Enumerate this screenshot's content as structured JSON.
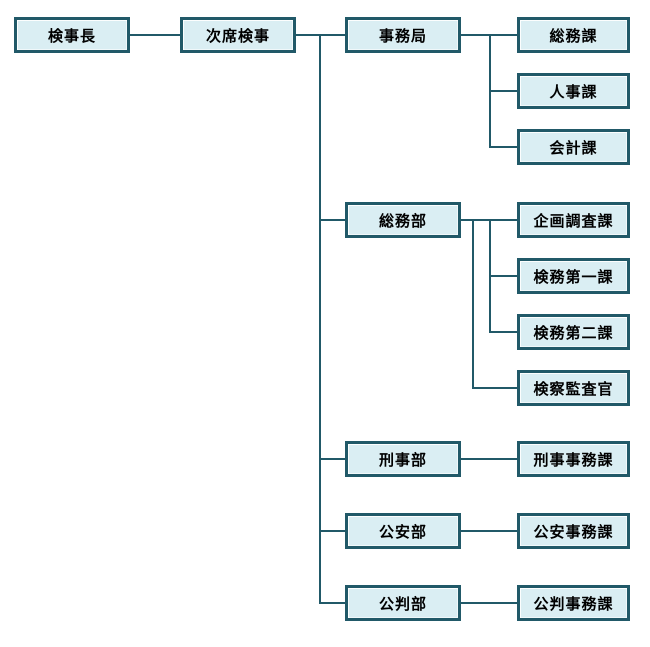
{
  "diagram": {
    "type": "org-chart",
    "colors": {
      "box_fill": "#daeef3",
      "box_border": "#215968",
      "connector": "#215968",
      "text": "#000000"
    },
    "nodes": {
      "kenjicho": {
        "label": "検事長"
      },
      "jiseki": {
        "label": "次席検事"
      },
      "jimukyoku": {
        "label": "事務局"
      },
      "somuka": {
        "label": "総務課"
      },
      "jinjika": {
        "label": "人事課"
      },
      "kaikeika": {
        "label": "会計課"
      },
      "somubu": {
        "label": "総務部"
      },
      "kikaku": {
        "label": "企画調査課"
      },
      "kemmu1": {
        "label": "検務第一課"
      },
      "kemmu2": {
        "label": "検務第二課"
      },
      "kansakan": {
        "label": "検察監査官"
      },
      "keijibu": {
        "label": "刑事部"
      },
      "keijijimuka": {
        "label": "刑事事務課"
      },
      "koanbu": {
        "label": "公安部"
      },
      "koanjimuka": {
        "label": "公安事務課"
      },
      "kohanbu": {
        "label": "公判部"
      },
      "kohanjimuka": {
        "label": "公判事務課"
      }
    },
    "edges": [
      {
        "from": "検事長",
        "to": "次席検事"
      },
      {
        "from": "次席検事",
        "to": "事務局"
      },
      {
        "from": "次席検事",
        "to": "総務部"
      },
      {
        "from": "次席検事",
        "to": "刑事部"
      },
      {
        "from": "次席検事",
        "to": "公安部"
      },
      {
        "from": "次席検事",
        "to": "公判部"
      },
      {
        "from": "事務局",
        "to": "総務課"
      },
      {
        "from": "事務局",
        "to": "人事課"
      },
      {
        "from": "事務局",
        "to": "会計課"
      },
      {
        "from": "総務部",
        "to": "企画調査課"
      },
      {
        "from": "総務部",
        "to": "検務第一課"
      },
      {
        "from": "総務部",
        "to": "検務第二課"
      },
      {
        "from": "総務部",
        "to": "検察監査官"
      },
      {
        "from": "刑事部",
        "to": "刑事事務課"
      },
      {
        "from": "公安部",
        "to": "公安事務課"
      },
      {
        "from": "公判部",
        "to": "公判事務課"
      }
    ]
  }
}
